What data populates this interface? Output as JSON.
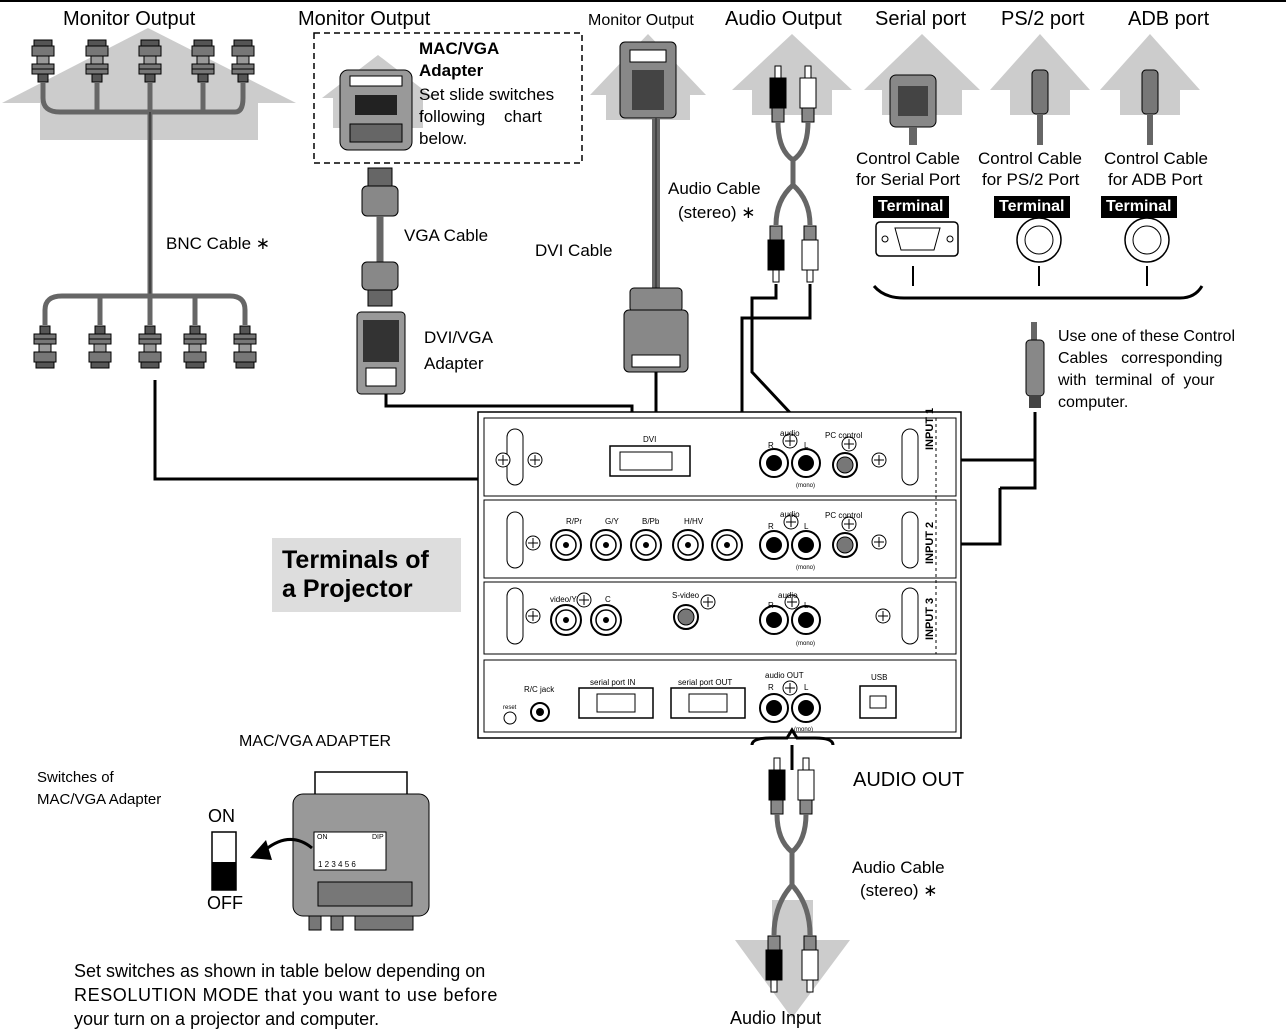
{
  "top_ports": [
    {
      "label": "Monitor Output"
    },
    {
      "label": "Monitor Output"
    },
    {
      "label": "Monitor Output"
    },
    {
      "label": "Audio Output"
    },
    {
      "label": "Serial port"
    },
    {
      "label": "PS/2 port"
    },
    {
      "label": "ADB port"
    }
  ],
  "mac_vga_box": {
    "title_line1": "MAC/VGA",
    "title_line2": "Adapter",
    "text_line1": "Set slide switches",
    "text_line2": "following    chart",
    "text_line3": "below."
  },
  "cables": {
    "bnc": "BNC Cable ∗",
    "vga": "VGA Cable",
    "dvi": "DVI Cable",
    "dvi_vga_line1": "DVI/VGA",
    "dvi_vga_line2": "Adapter",
    "audio_top_line1": "Audio Cable",
    "audio_top_line2": "(stereo) ∗",
    "audio_bottom_line1": "Audio Cable",
    "audio_bottom_line2": "(stereo) ∗"
  },
  "control_cables": [
    {
      "line1": "Control Cable",
      "line2": "for Serial Port",
      "tag": "Terminal"
    },
    {
      "line1": "Control Cable",
      "line2": "for PS/2 Port",
      "tag": "Terminal"
    },
    {
      "line1": "Control Cable",
      "line2": "for ADB Port",
      "tag": "Terminal"
    }
  ],
  "control_note": {
    "line1": "Use one of these Control",
    "line2": "Cables   corresponding",
    "line3": "with  terminal  of  your",
    "line4": "computer."
  },
  "projector": {
    "label_line1": "Terminals of",
    "label_line2": "a Projector",
    "inputs": [
      "INPUT 1",
      "INPUT 2",
      "INPUT 3"
    ],
    "panel_labels": {
      "dvi": "DVI",
      "audio": "audio",
      "r": "R",
      "l": "L",
      "mono": "(mono)",
      "pc_control": "PC control",
      "rpr": "R/Pr",
      "gy": "G/Y",
      "bpb": "B/Pb",
      "hhv": "H/HV",
      "video_y": "video/Y",
      "c": "C",
      "s_video": "S-video",
      "rc_jack": "R/C jack",
      "reset": "reset",
      "serial_in": "serial port IN",
      "serial_out": "serial port OUT",
      "audio_out": "audio OUT",
      "usb": "USB"
    }
  },
  "audio_out_label": "AUDIO OUT",
  "audio_input_label": "Audio Input",
  "mac_vga_section": {
    "title": "MAC/VGA ADAPTER",
    "switches_line1": "Switches of",
    "switches_line2": "MAC/VGA Adapter",
    "on": "ON",
    "off": "OFF",
    "dip_on": "ON",
    "dip_dip": "DIP",
    "dip_numbers": "1 2 3 4 5 6"
  },
  "instructions": {
    "line1": "Set switches as shown in table below depending on",
    "line2": "RESOLUTION MODE that you want to use before",
    "line3": "your turn on a projector and computer."
  }
}
